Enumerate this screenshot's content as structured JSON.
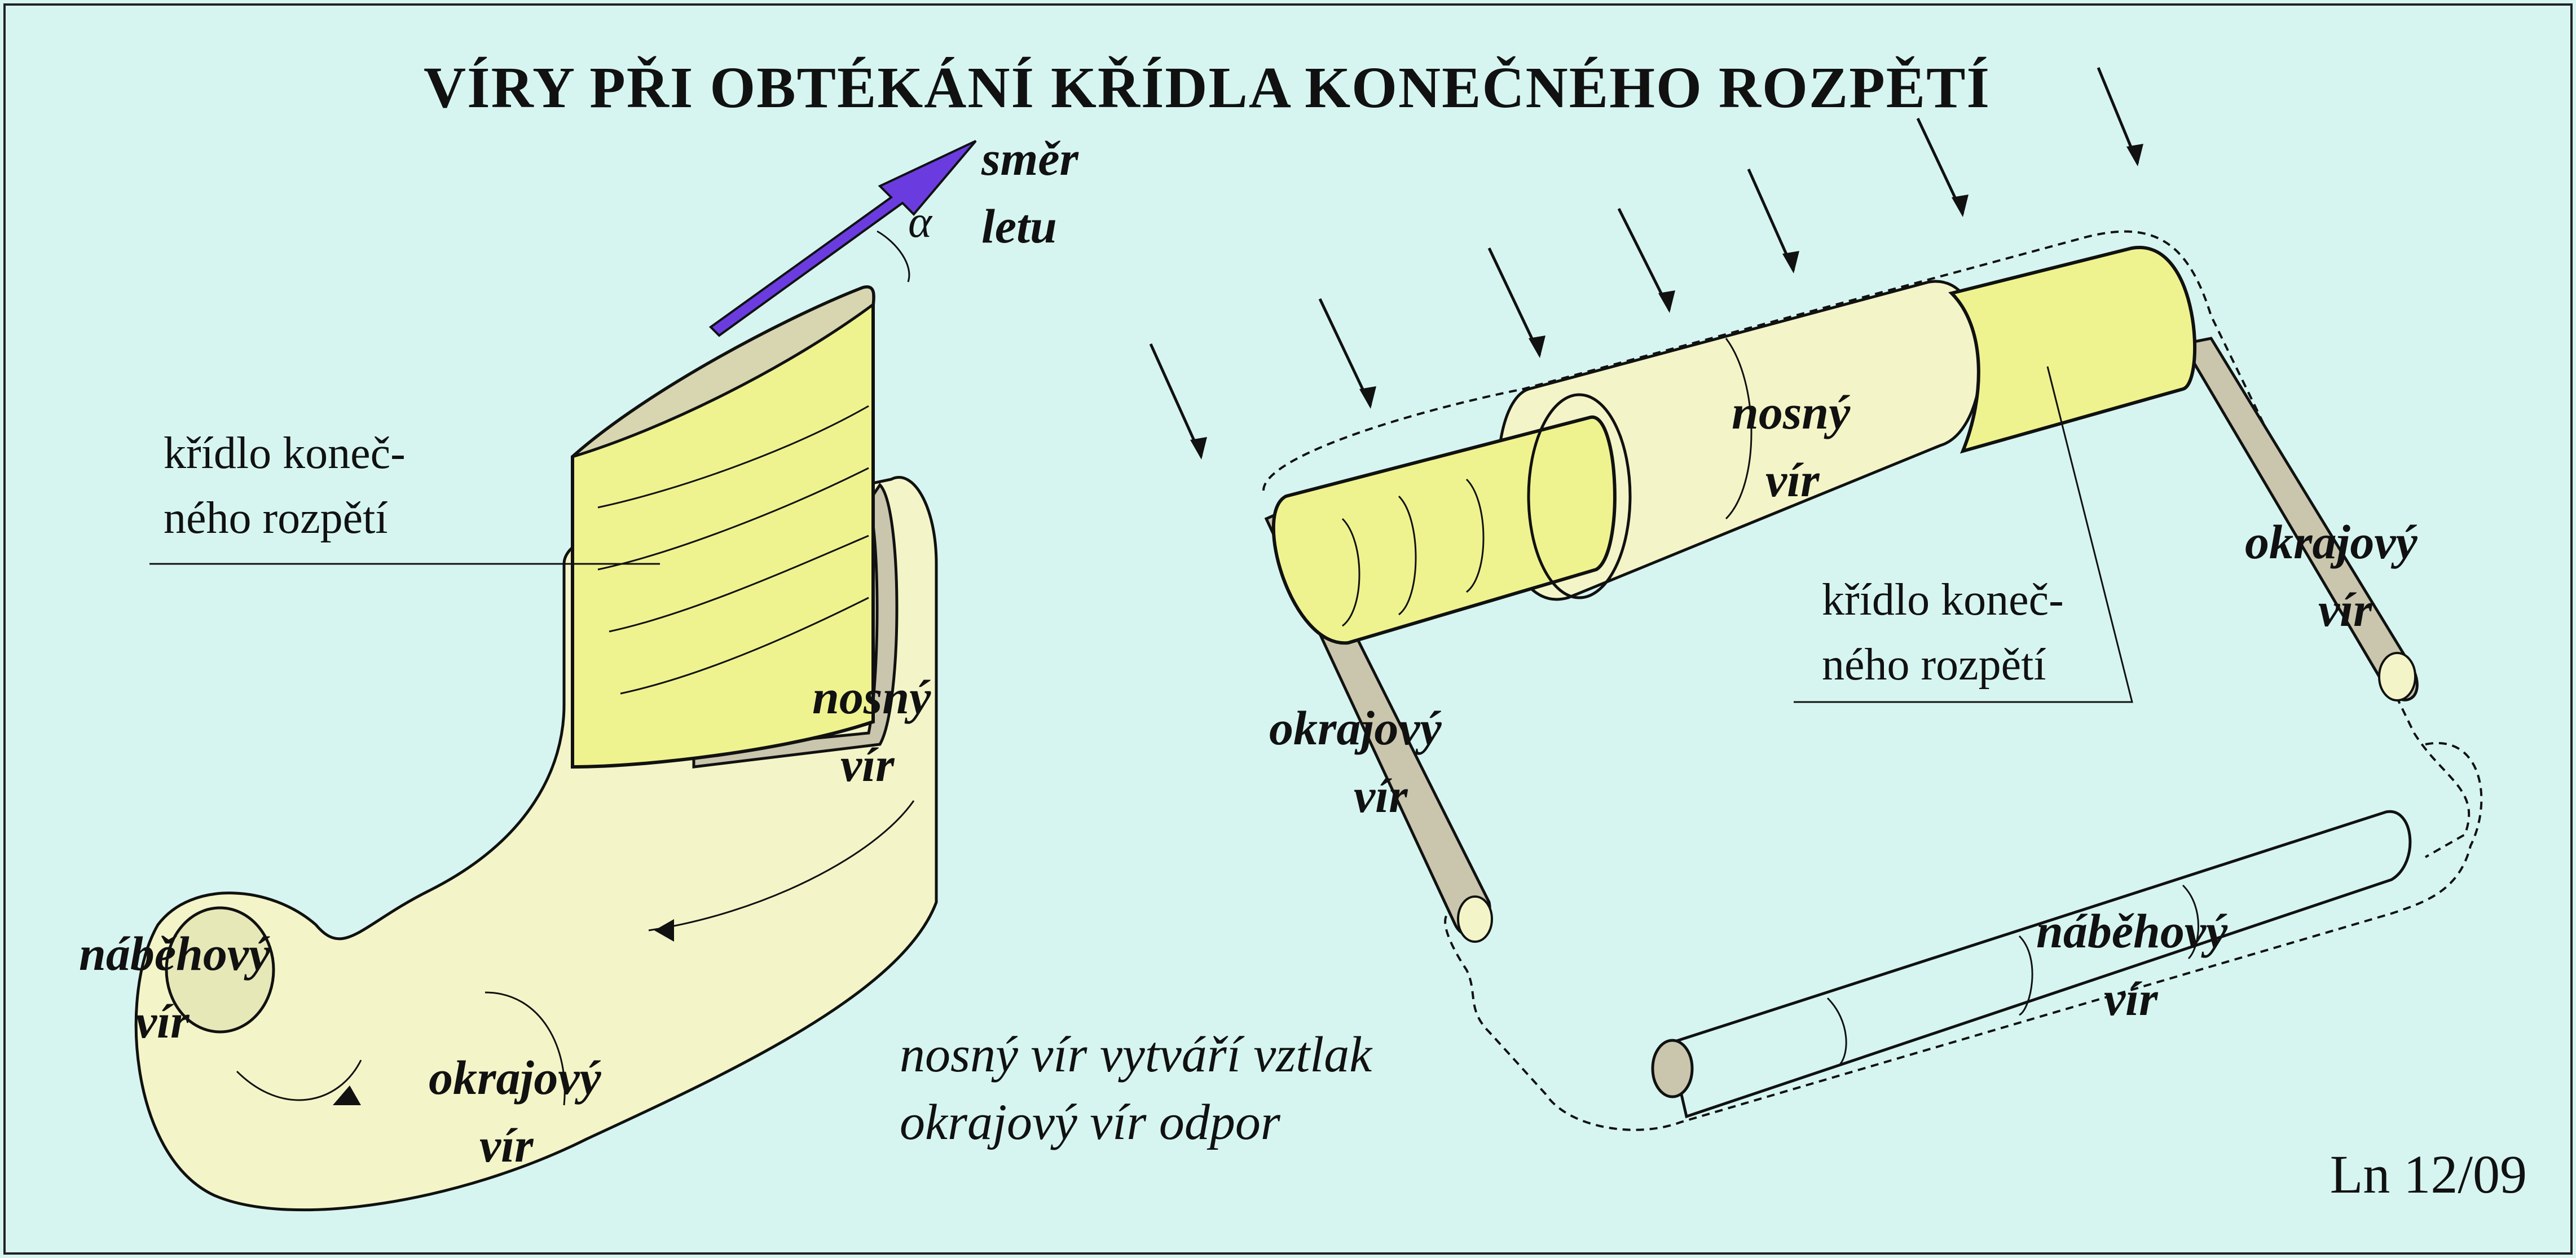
{
  "title": "VÍRY PŘI OBTÉKÁNÍ KŘÍDLA KONEČNÉHO ROZPĚTÍ",
  "left_figure": {
    "flight_direction": [
      "směr",
      "letu"
    ],
    "angle_symbol": "α",
    "wing_label": [
      "křídlo koneč-",
      "ného rozpětí"
    ],
    "bound_vortex": [
      "nosný",
      "vír"
    ],
    "starting_vortex": [
      "náběhový",
      "vír"
    ],
    "tip_vortex": [
      "okrajový",
      "vír"
    ]
  },
  "right_figure": {
    "bound_vortex": [
      "nosný",
      "vír"
    ],
    "tip_vortex_right": [
      "okrajový",
      "vír"
    ],
    "tip_vortex_left": [
      "okrajový",
      "vír"
    ],
    "wing_label": [
      "křídlo koneč-",
      "ného rozpětí"
    ],
    "starting_vortex": [
      "náběhový",
      "vír"
    ]
  },
  "caption": [
    "nosný vír vytváří vztlak",
    "okrajový vír odpor"
  ],
  "reference": "Ln 12/09",
  "colors": {
    "background": "#d6f5f0",
    "wing": "#eef38f",
    "vortex_sheet": "#f3f5c8",
    "vortex_rod": "#c9c6ad",
    "arrow": "#6a3ce0"
  }
}
